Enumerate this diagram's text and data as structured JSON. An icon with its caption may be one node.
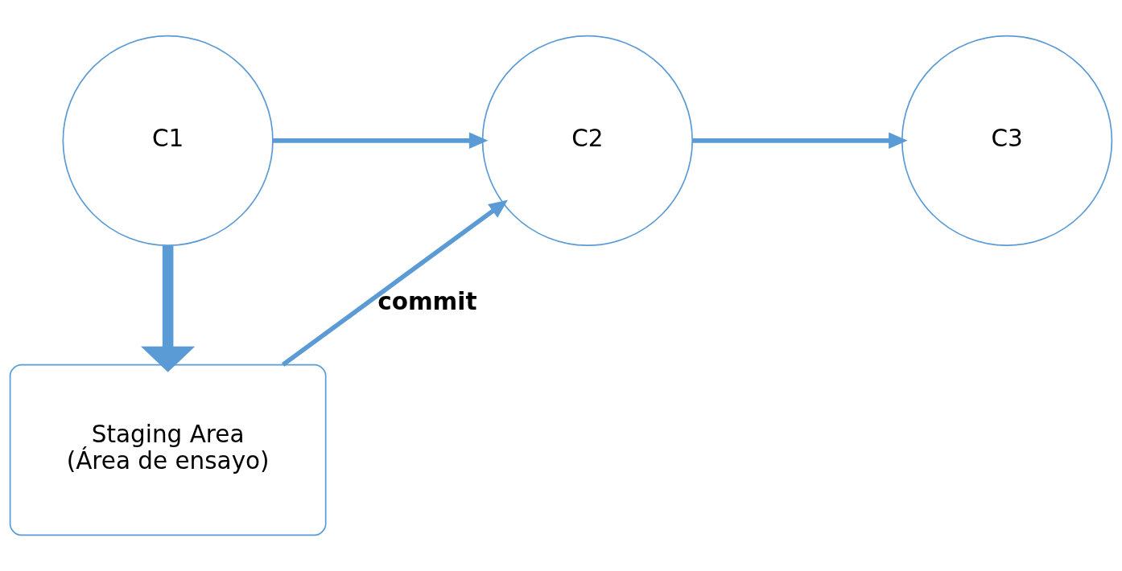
{
  "diagram": {
    "nodes": [
      {
        "text": [
          "C1"
        ]
      },
      {
        "text": [
          "C2"
        ]
      },
      {
        "text": [
          "C3"
        ]
      },
      {
        "text": [
          "Staging Area (Área de ensayo)"
        ]
      }
    ],
    "edges": [
      {
        "from": 0,
        "to": 1,
        "arrow": "to"
      },
      {
        "from": 1,
        "to": 2,
        "arrow": "to"
      },
      {
        "from": 0,
        "to": 3,
        "arrow": "to",
        "style": "thick"
      },
      {
        "from": 3,
        "to": 1,
        "arrow": "to",
        "label": "commit"
      }
    ]
  }
}
